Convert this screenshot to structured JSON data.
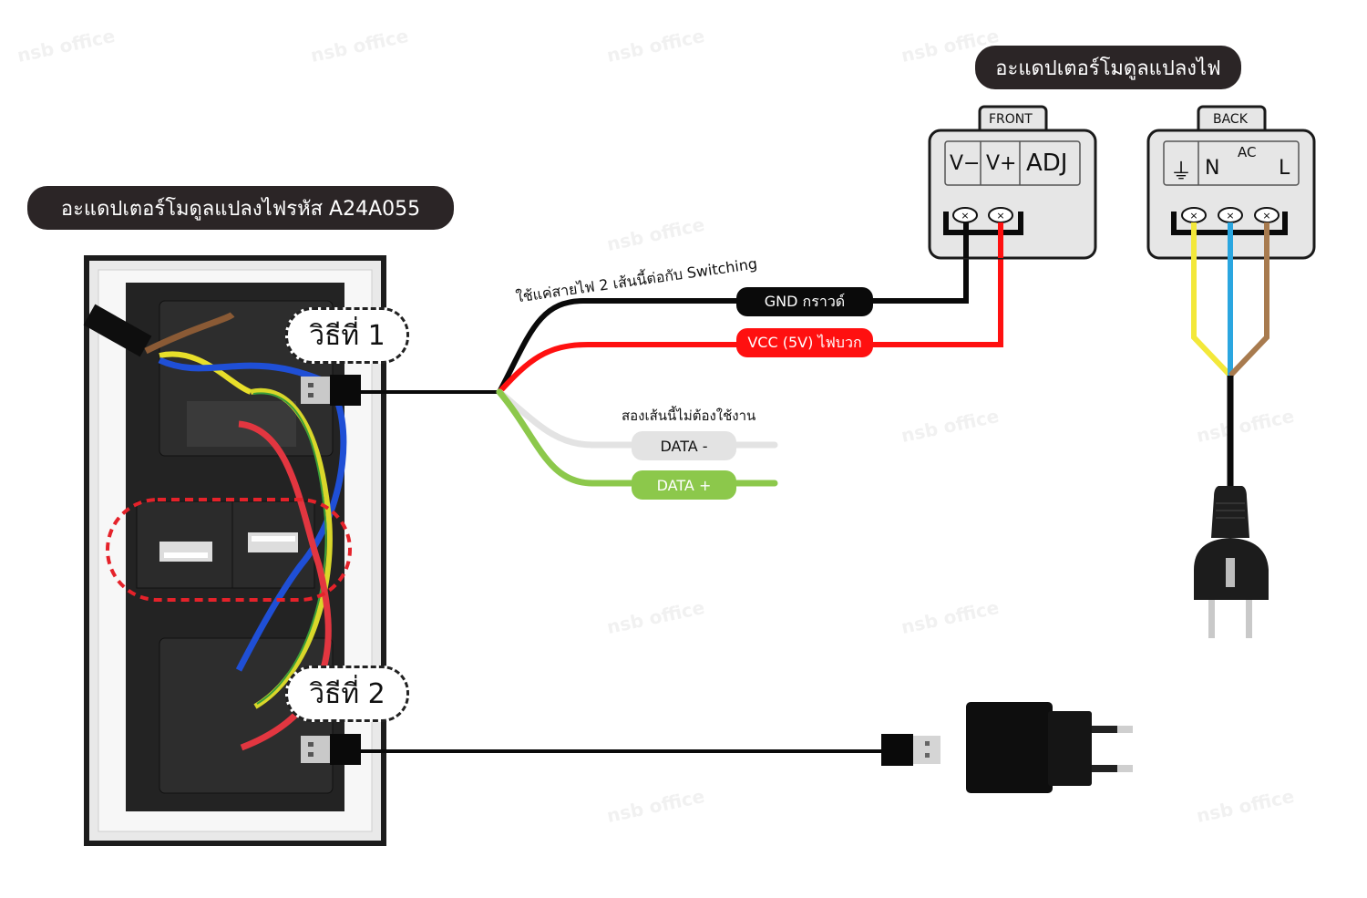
{
  "watermark": "nsb office",
  "titles": {
    "module_code": "อะแดปเตอร์โมดูลแปลงไฟรหัส A24A055",
    "power_module": "อะแดปเตอร์โมดูลแปลงไฟ"
  },
  "front_panel": {
    "tab": "FRONT",
    "terminals": [
      "V−",
      "V+",
      "ADJ"
    ]
  },
  "back_panel": {
    "tab": "BACK",
    "ground_symbol": "⏚",
    "terminals": [
      "N",
      "L"
    ],
    "ac_label": "AC"
  },
  "wires": {
    "switching_note": "ใช้แค่สายไฟ 2 เส้นนี้ต่อกับ Switching",
    "gnd_label": "GND กราวด์",
    "vcc_label": "VCC (5V) ไฟบวก",
    "unused_note": "สองเส้นนี้ไม่ต้องใช้งาน",
    "data_minus": "DATA -",
    "data_plus": "DATA +"
  },
  "methods": {
    "method1": "วิธีที่ 1",
    "method2": "วิธีที่ 2"
  },
  "colors": {
    "gnd": "#0a0a0a",
    "vcc": "#ff1010",
    "data_minus": "#e3e3e3",
    "data_plus": "#8cc84b",
    "live_yellow": "#f3e83a",
    "neutral_blue": "#2aa6e0",
    "live_brown": "#a87b4f",
    "highlight_dashed": "#e5222a"
  }
}
